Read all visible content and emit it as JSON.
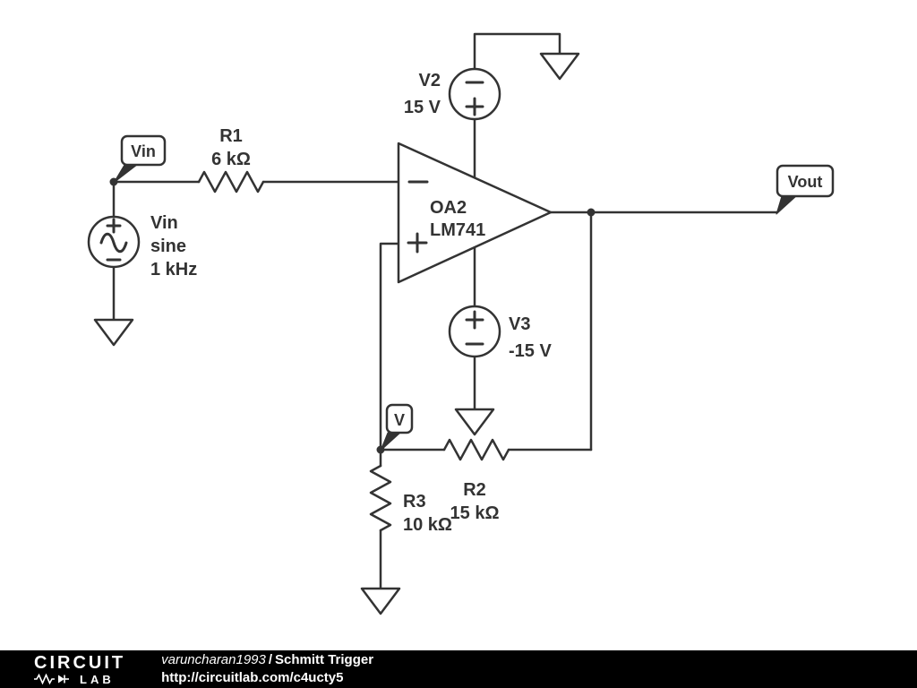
{
  "colors": {
    "wire": "#333333",
    "background": "#ffffff",
    "footer_bg": "#000000",
    "footer_fg": "#ffffff"
  },
  "flags": {
    "vin": "Vin",
    "vout": "Vout",
    "v": "V"
  },
  "components": {
    "vin_source": {
      "label": "Vin",
      "waveform": "sine",
      "frequency": "1 kHz"
    },
    "r1": {
      "label": "R1",
      "value": "6 kΩ"
    },
    "r2": {
      "label": "R2",
      "value": "15 kΩ"
    },
    "r3": {
      "label": "R3",
      "value": "10 kΩ"
    },
    "opamp": {
      "label": "OA2",
      "model": "LM741"
    },
    "v2": {
      "label": "V2",
      "value": "15 V"
    },
    "v3": {
      "label": "V3",
      "value": "-15 V"
    }
  },
  "footer": {
    "brand_top": "CIRCUIT",
    "brand_bottom": "LAB",
    "author": "varuncharan1993",
    "separator": "/",
    "title": "Schmitt Trigger",
    "url": "http://circuitlab.com/c4ucty5"
  }
}
